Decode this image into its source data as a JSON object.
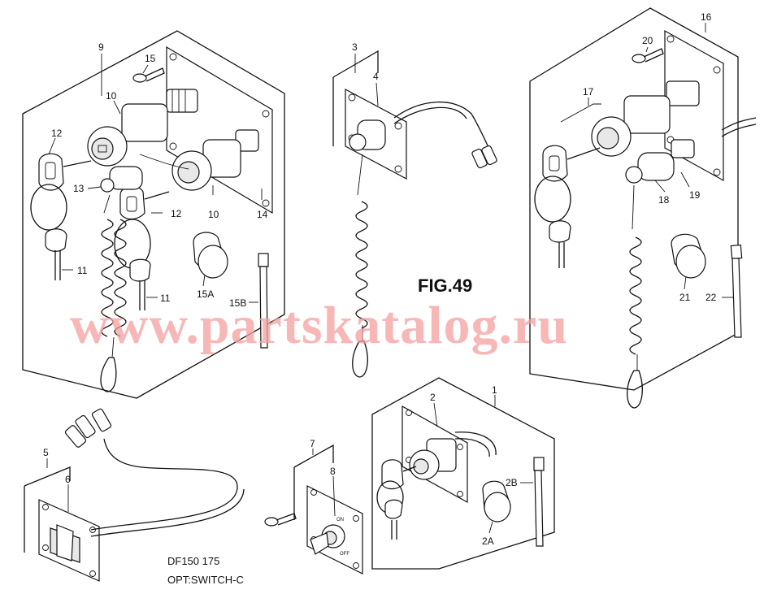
{
  "figure": {
    "title": "FIG.49"
  },
  "caption": {
    "model": "DF150 175",
    "option": "OPT:SWITCH-C"
  },
  "watermark": {
    "text": "www.partskatalog.ru",
    "color": "#f5a0a0"
  },
  "callouts": {
    "c1": "1",
    "c2": "2",
    "c2a": "2A",
    "c2b": "2B",
    "c3": "3",
    "c4": "4",
    "c5": "5",
    "c6": "6",
    "c7": "7",
    "c8": "8",
    "c9": "9",
    "c10a": "10",
    "c10b": "10",
    "c11a": "11",
    "c11b": "11",
    "c12a": "12",
    "c12b": "12",
    "c13": "13",
    "c14": "14",
    "c15": "15",
    "c15a": "15A",
    "c15b": "15B",
    "c16": "16",
    "c17": "17",
    "c18": "18",
    "c19": "19",
    "c20": "20",
    "c21": "21",
    "c22": "22"
  },
  "switch_label": {
    "on": "ON",
    "off": "OFF"
  },
  "icons": [
    "ignition-switch-icon",
    "key-icon",
    "lanyard-icon",
    "screw-icon",
    "cap-icon",
    "cable-tie-icon",
    "toggle-switch-icon",
    "harness-icon"
  ]
}
